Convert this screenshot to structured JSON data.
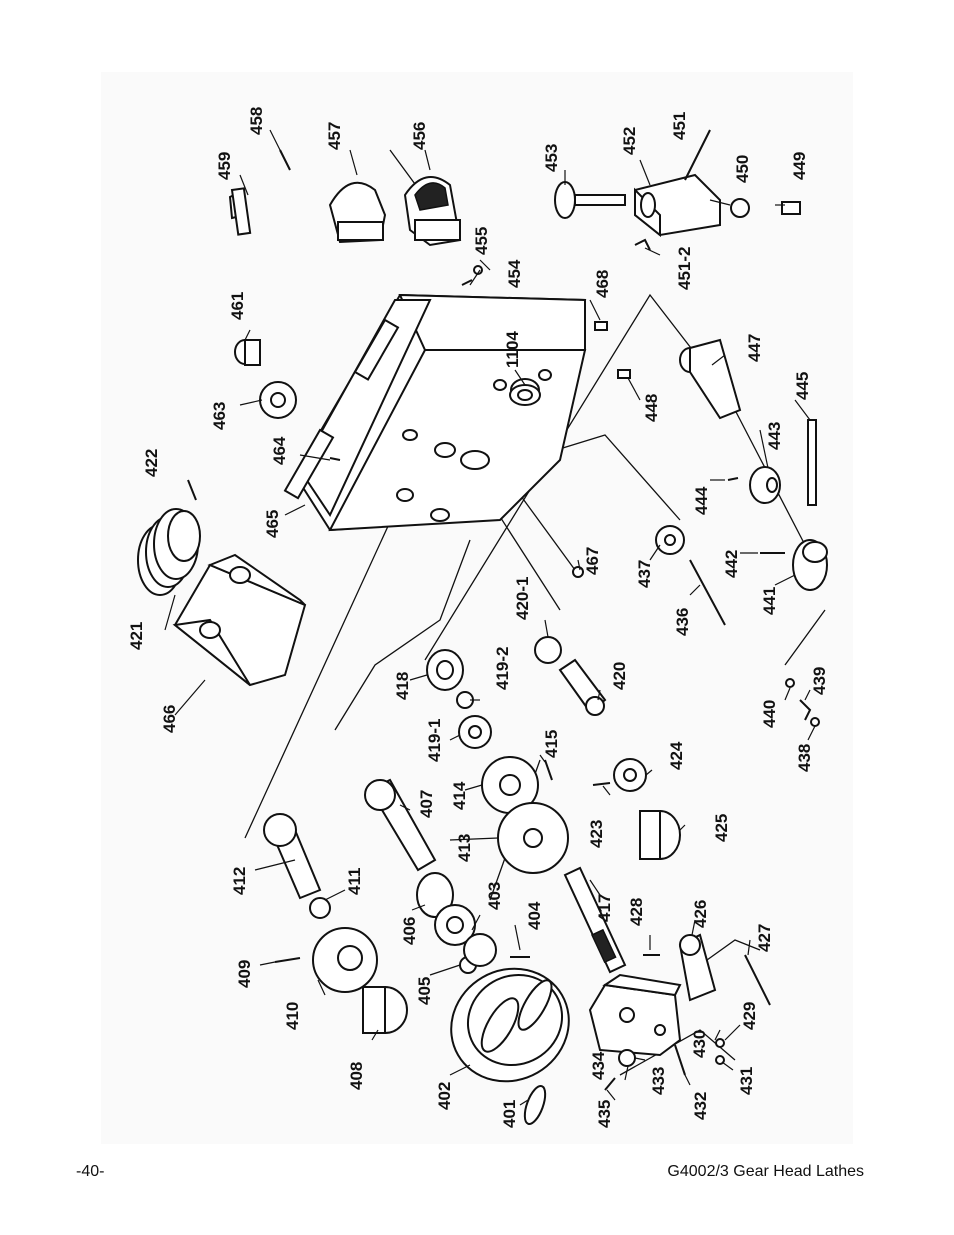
{
  "page": {
    "number": "-40-",
    "title": "G4002/3 Gear Head Lathes"
  },
  "diagram": {
    "labels": {
      "p401": "401",
      "p402": "402",
      "p403": "403",
      "p404": "404",
      "p405": "405",
      "p406": "406",
      "p407": "407",
      "p408": "408",
      "p409": "409",
      "p410": "410",
      "p411": "411",
      "p412": "412",
      "p413": "413",
      "p414": "414",
      "p415": "415",
      "p417": "417",
      "p418": "418",
      "p419_1": "419-1",
      "p419_2": "419-2",
      "p420": "420",
      "p420_1": "420-1",
      "p421": "421",
      "p422": "422",
      "p423": "423",
      "p424": "424",
      "p425": "425",
      "p426": "426",
      "p427": "427",
      "p428": "428",
      "p429": "429",
      "p430": "430",
      "p431": "431",
      "p432": "432",
      "p433": "433",
      "p434": "434",
      "p435": "435",
      "p436": "436",
      "p437": "437",
      "p438": "438",
      "p439": "439",
      "p440": "440",
      "p441": "441",
      "p442": "442",
      "p443": "443",
      "p444": "444",
      "p445": "445",
      "p447": "447",
      "p448": "448",
      "p449": "449",
      "p450": "450",
      "p451": "451",
      "p451_2": "451-2",
      "p452": "452",
      "p453": "453",
      "p454": "454",
      "p455": "455",
      "p456": "456",
      "p457": "457",
      "p458": "458",
      "p459": "459",
      "p461": "461",
      "p463": "463",
      "p464": "464",
      "p465": "465",
      "p466": "466",
      "p467": "467",
      "p468": "468",
      "p1104": "1104"
    }
  }
}
